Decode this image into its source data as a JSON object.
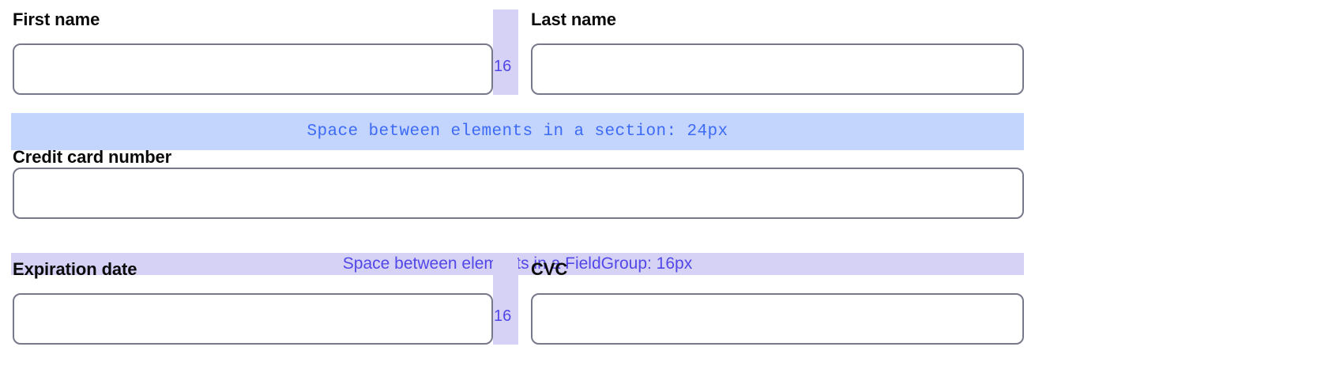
{
  "colors": {
    "section_band_bg": "#c3d4fd",
    "section_band_text": "#3d6bf5",
    "fieldgroup_band_bg": "#d5d2f5",
    "fieldgroup_band_text": "#5247e8",
    "gap_band_bg": "#d5d2f5",
    "gap_value_text": "#5247e8",
    "input_border": "#77798a",
    "label_text": "#0a0a0a",
    "page_bg": "#ffffff"
  },
  "form": {
    "rows": [
      {
        "type": "pair",
        "left_field": {
          "label": "First name",
          "value": "",
          "placeholder": ""
        },
        "gap": {
          "value": "16"
        },
        "right_field": {
          "label": "Last name",
          "value": "",
          "placeholder": ""
        }
      },
      {
        "type": "section_band",
        "text": "Space between elements in a section: 24px"
      },
      {
        "type": "single",
        "field": {
          "label": "Credit card number",
          "value": "",
          "placeholder": ""
        }
      },
      {
        "type": "fieldgroup_band",
        "text": "Space between elements in a FieldGroup: 16px"
      },
      {
        "type": "pair",
        "left_field": {
          "label": "Expiration date",
          "value": "",
          "placeholder": ""
        },
        "gap": {
          "value": "16"
        },
        "right_field": {
          "label": "CVC",
          "value": "",
          "placeholder": ""
        }
      }
    ]
  }
}
